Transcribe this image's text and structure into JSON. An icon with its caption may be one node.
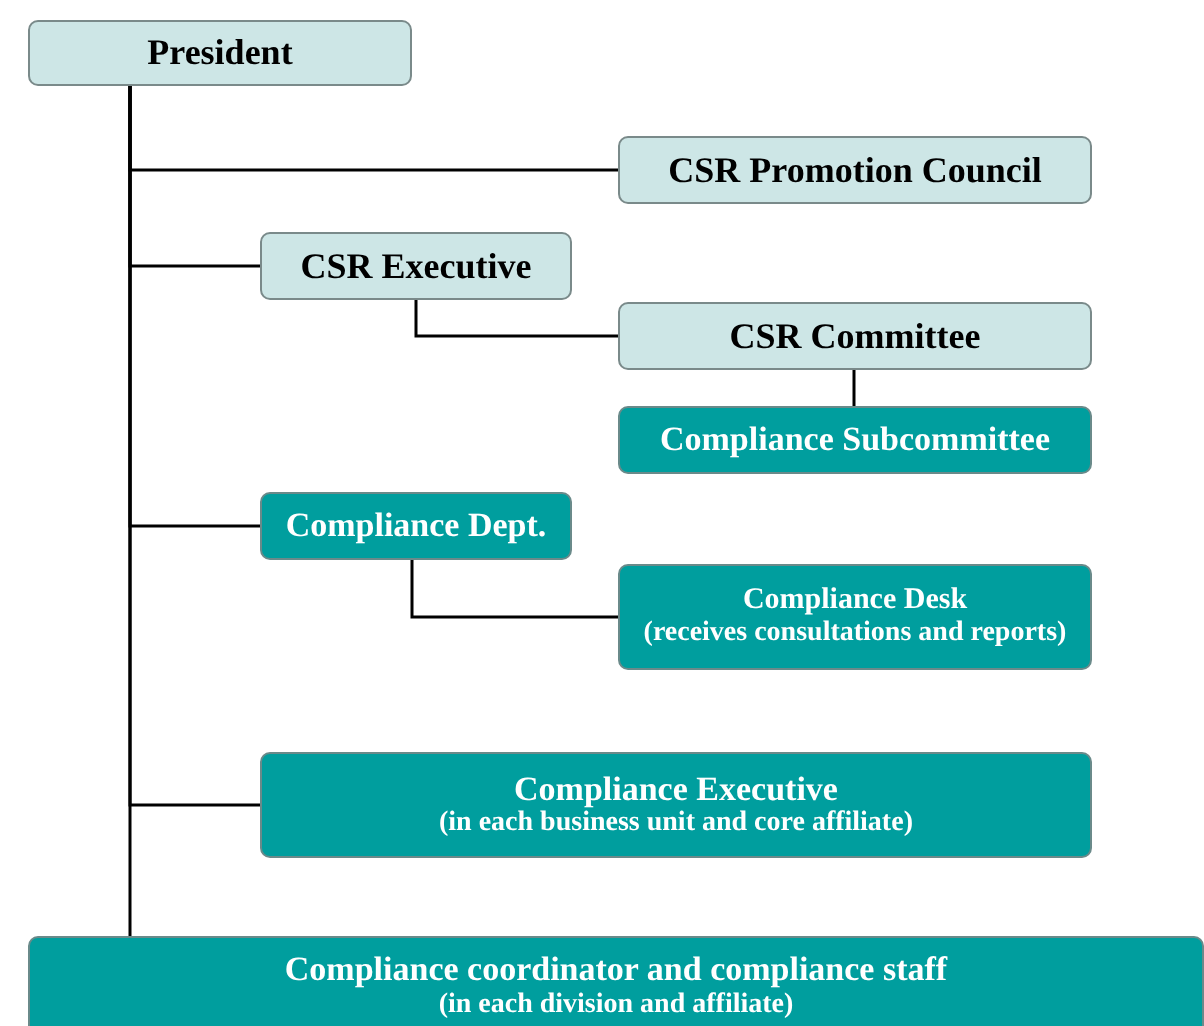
{
  "diagram": {
    "nodes": [
      {
        "text": [
          "President"
        ]
      },
      {
        "text": [
          "CSR Promotion Council"
        ]
      },
      {
        "text": [
          "CSR Executive"
        ]
      },
      {
        "text": [
          "CSR Committee"
        ]
      },
      {
        "text": [
          "Compliance Subcommittee"
        ]
      },
      {
        "text": [
          "Compliance Dept."
        ]
      },
      {
        "text": [
          "Compliance Desk",
          "(receives consultations and reports)"
        ]
      },
      {
        "text": [
          "Compliance Executive",
          "(in each business unit and core affiliate)"
        ]
      },
      {
        "text": [
          "Compliance coordinator and compliance staff",
          "(in each division and affiliate)"
        ]
      }
    ],
    "edges": [
      {
        "from": 0,
        "to": 1,
        "arrow": "none"
      },
      {
        "from": 0,
        "to": 2,
        "arrow": "none"
      },
      {
        "from": 2,
        "to": 3,
        "arrow": "none"
      },
      {
        "from": 3,
        "to": 4,
        "arrow": "none"
      },
      {
        "from": 0,
        "to": 5,
        "arrow": "none"
      },
      {
        "from": 5,
        "to": 6,
        "arrow": "none"
      },
      {
        "from": 0,
        "to": 7,
        "arrow": "none"
      },
      {
        "from": 0,
        "to": 8,
        "arrow": "none"
      }
    ]
  }
}
